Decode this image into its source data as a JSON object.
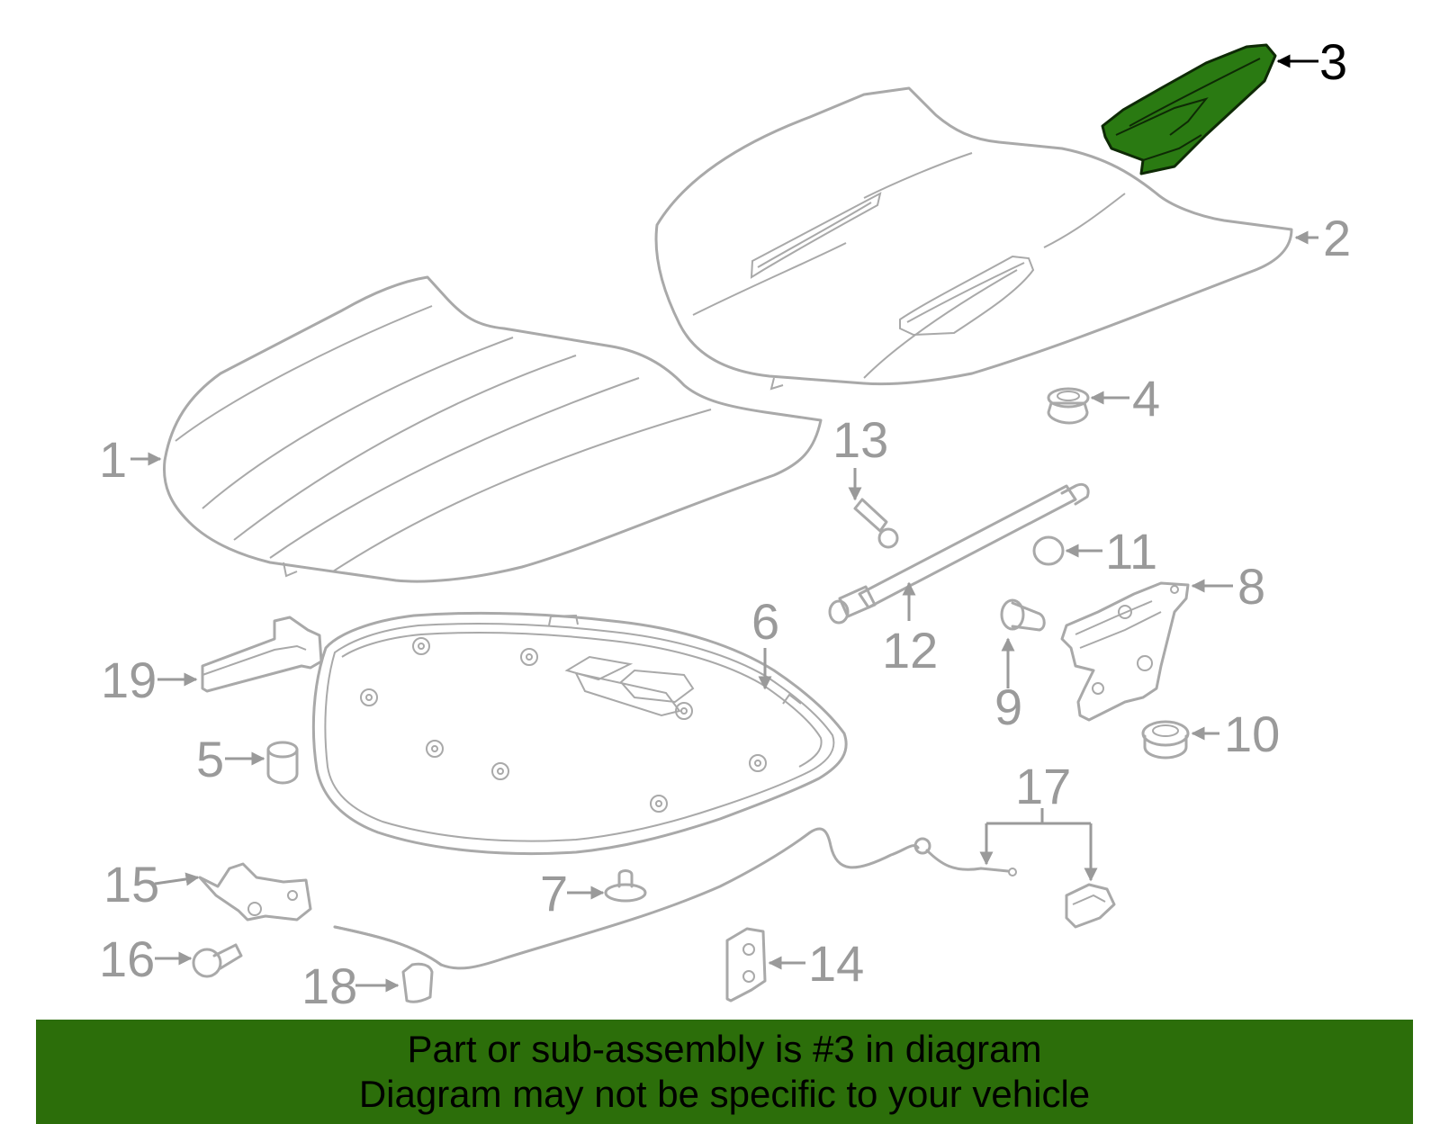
{
  "highlight_part": "3",
  "colors": {
    "highlight_fill": "#2a7a12",
    "banner_bg": "#2c6e0a",
    "part_stroke": "#a9a9a9",
    "callout_text": "#9a9a9a"
  },
  "callouts": {
    "c1": "1",
    "c2": "2",
    "c3": "3",
    "c4": "4",
    "c5": "5",
    "c6": "6",
    "c7": "7",
    "c8": "8",
    "c9": "9",
    "c10": "10",
    "c11": "11",
    "c12": "12",
    "c13": "13",
    "c14": "14",
    "c15": "15",
    "c16": "16",
    "c17": "17",
    "c18": "18",
    "c19": "19"
  },
  "banner": {
    "line1": "Part or sub-assembly is #3 in diagram",
    "line2": "Diagram may not be specific to your vehicle"
  }
}
